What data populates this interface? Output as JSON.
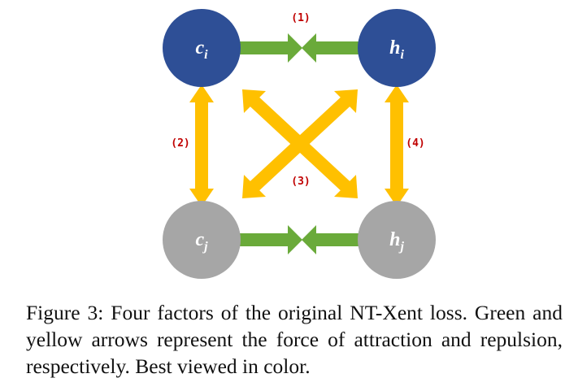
{
  "nodes": {
    "ci": {
      "main": "c",
      "sub": "i",
      "color": "#2e4f96"
    },
    "hi": {
      "main": "h",
      "sub": "i",
      "color": "#2e4f96"
    },
    "cj": {
      "main": "c",
      "sub": "j",
      "color": "#a6a6a6"
    },
    "hj": {
      "main": "h",
      "sub": "j",
      "color": "#a6a6a6"
    }
  },
  "factors": {
    "f1": "(1)",
    "f2": "(2)",
    "f3": "(3)",
    "f4": "(4)"
  },
  "colors": {
    "attraction_arrow": "#6aaa3a",
    "repulsion_arrow": "#ffc000",
    "factor_label": "#c00000"
  },
  "caption": "Figure 3:  Four factors of the original NT-Xent loss. Green and yellow arrows represent the force of attraction and repulsion, respectively. Best viewed in color."
}
